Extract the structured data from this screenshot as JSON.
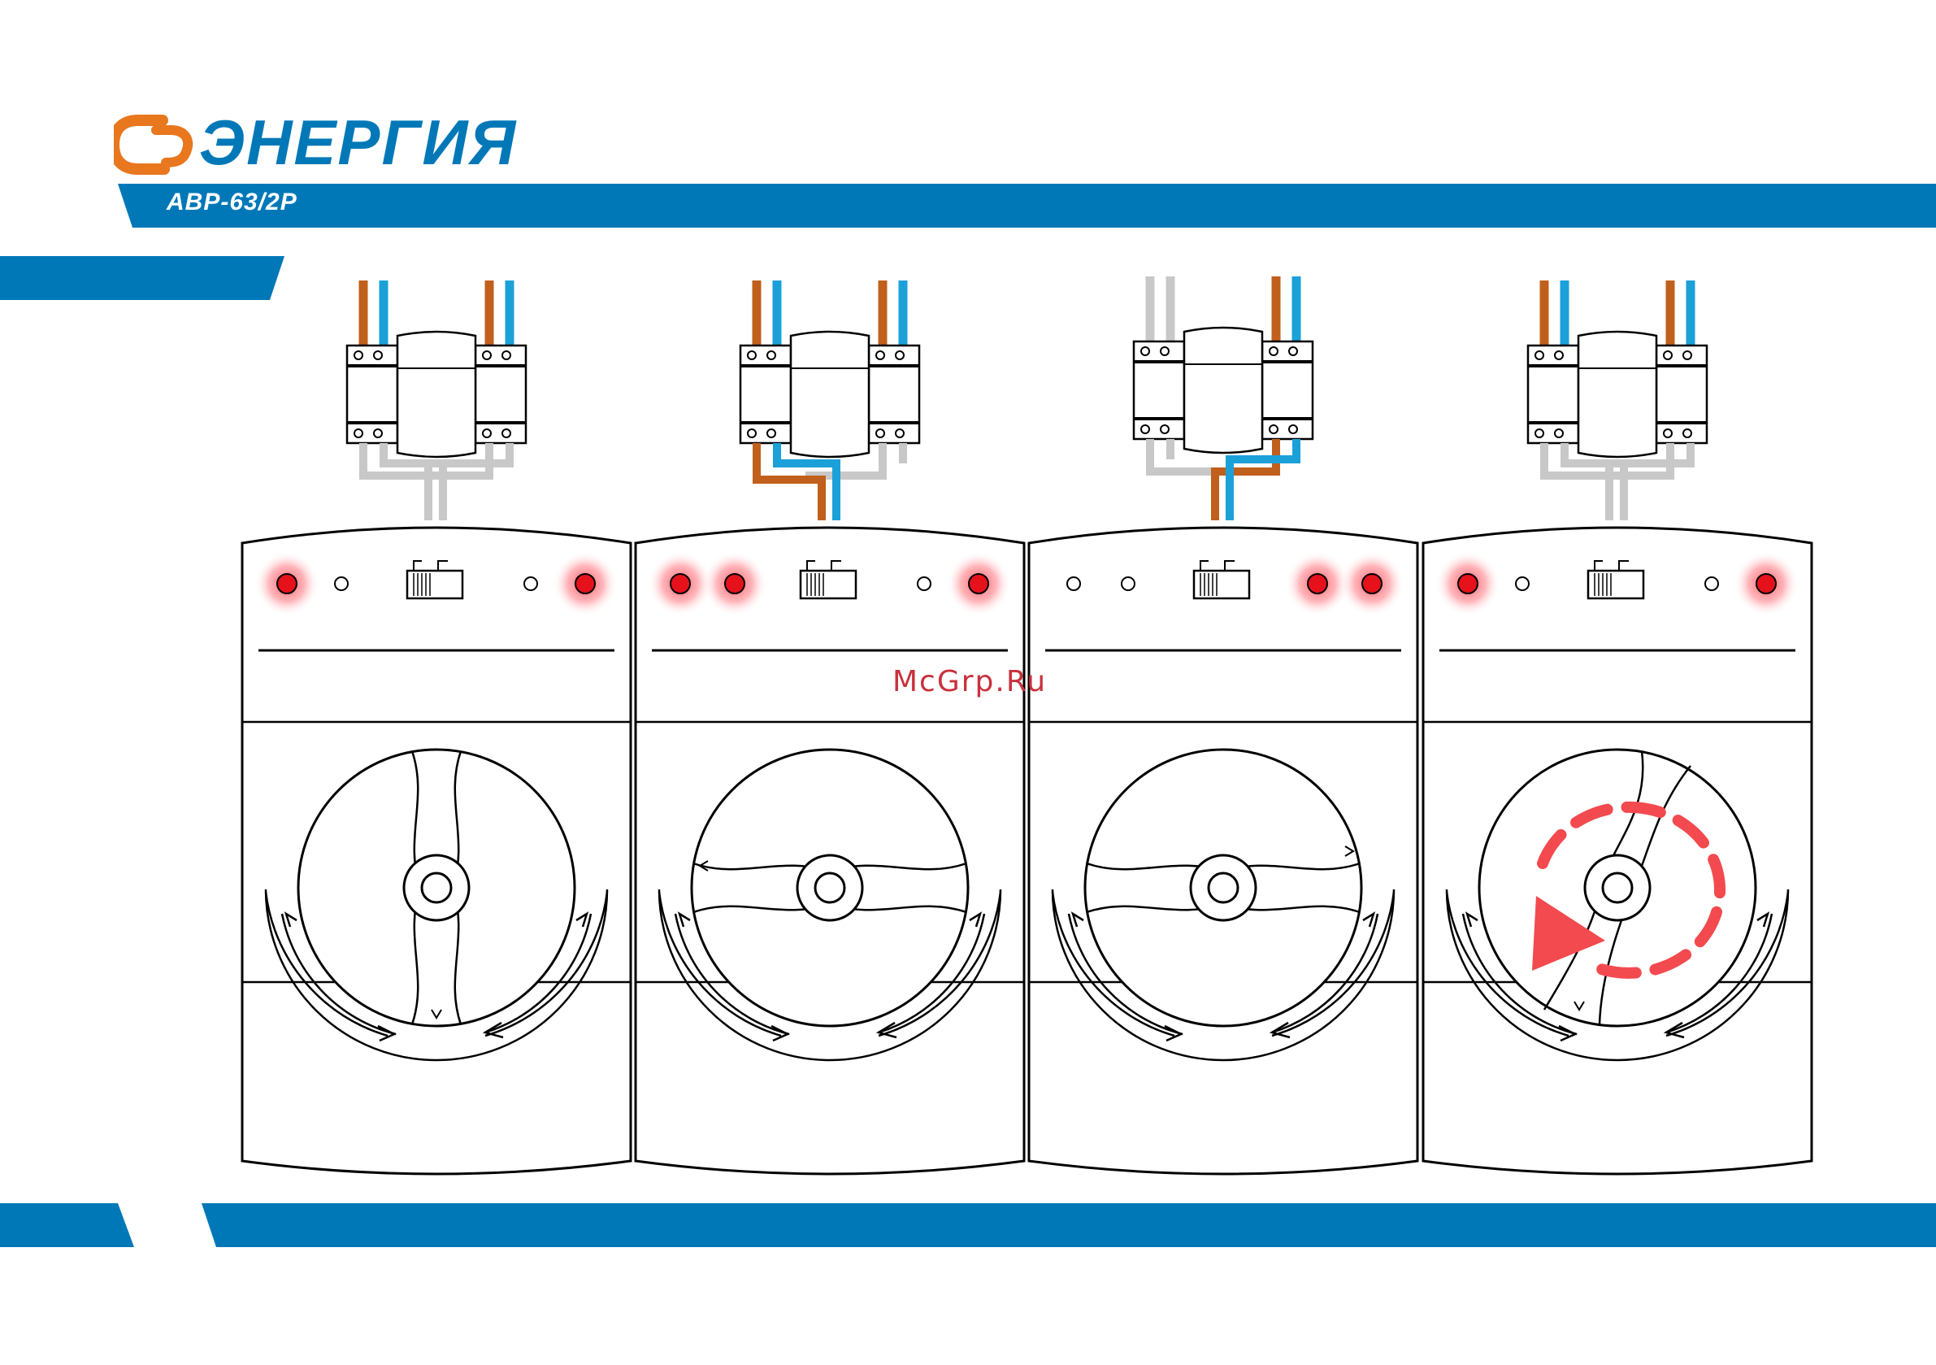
{
  "brand": {
    "name": "ЭНЕРГИЯ",
    "logo_color": "#e8771e",
    "text_color": "#0078b8"
  },
  "header": {
    "model": "АВР-63/2Р"
  },
  "watermark": "McGrp.Ru",
  "colors": {
    "band": "#0078b8",
    "brown_wire": "#c0601c",
    "blue_wire": "#1ca0d8",
    "grey_wire": "#c8c8c8",
    "indicator_on": "#e5121c",
    "arrow_red": "#f24a4e"
  },
  "panels": [
    {
      "wires_top": [
        "brown",
        "blue",
        "brown",
        "blue"
      ],
      "lamps": [
        "on",
        "off",
        "off",
        "on"
      ],
      "handle": "vertical",
      "mark": "v"
    },
    {
      "wires_top": [
        "brown",
        "blue",
        "brown",
        "blue"
      ],
      "lamps": [
        "on",
        "on",
        "off",
        "on"
      ],
      "handle": "left",
      "mark": "<"
    },
    {
      "wires_top": [
        "grey",
        "grey",
        "brown",
        "blue"
      ],
      "lamps": [
        "off",
        "off",
        "on",
        "on"
      ],
      "handle": "right",
      "mark": ">"
    },
    {
      "wires_top": [
        "brown",
        "blue",
        "brown",
        "blue"
      ],
      "lamps": [
        "on",
        "off",
        "off",
        "on"
      ],
      "handle": "rotating",
      "mark": "v"
    }
  ]
}
